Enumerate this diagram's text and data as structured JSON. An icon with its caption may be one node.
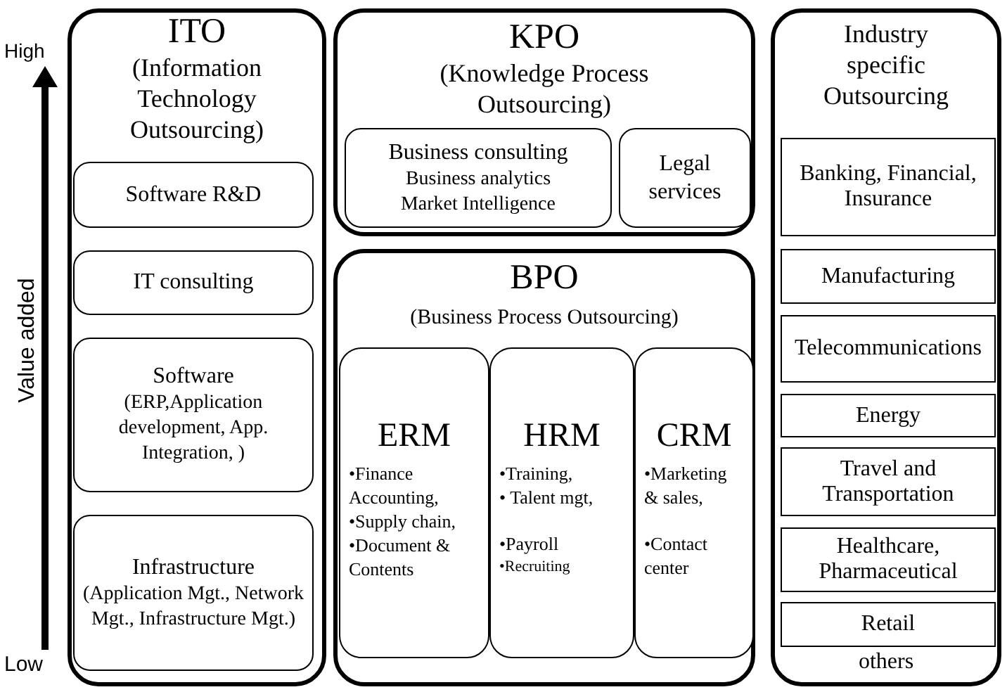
{
  "diagram": {
    "nodes": [
      {
        "text": [
          "ITO",
          "(Information Technology Outsourcing)"
        ]
      },
      {
        "text": [
          "Software R&D"
        ],
        "in": 0
      },
      {
        "text": [
          "IT consulting"
        ],
        "in": 0
      },
      {
        "text": [
          "Software",
          "(ERP,Application development, App. Integration, )"
        ],
        "in": 0
      },
      {
        "text": [
          "Infrastructure",
          "(Application Mgt., Network Mgt., Infrastructure Mgt.)"
        ],
        "in": 0
      },
      {
        "text": [
          "KPO",
          "(Knowledge Process Outsourcing)"
        ]
      },
      {
        "text": [
          "Business consulting",
          "Business analytics",
          "Market Intelligence"
        ],
        "in": 5
      },
      {
        "text": [
          "Legal services"
        ],
        "in": 5
      },
      {
        "text": [
          "BPO",
          "(Business Process Outsourcing)"
        ]
      },
      {
        "text": [
          "ERM",
          "•Finance Accounting,",
          "•Supply chain,",
          "•Document & Contents"
        ],
        "in": 8
      },
      {
        "text": [
          "HRM",
          "•Training,",
          "• Talent mgt,",
          "•Payroll",
          "•Recruiting"
        ],
        "in": 8
      },
      {
        "text": [
          "CRM",
          "•Marketing & sales,",
          "•Contact center"
        ],
        "in": 8
      },
      {
        "text": [
          "Industry specific Outsourcing",
          "others"
        ]
      },
      {
        "text": [
          "Banking, Financial, Insurance"
        ],
        "in": 12
      },
      {
        "text": [
          "Manufacturing"
        ],
        "in": 12
      },
      {
        "text": [
          "Telecommunications"
        ],
        "in": 12
      },
      {
        "text": [
          "Energy"
        ],
        "in": 12
      },
      {
        "text": [
          "Travel and Transportation"
        ],
        "in": 12
      },
      {
        "text": [
          "Healthcare, Pharmaceutical"
        ],
        "in": 12
      },
      {
        "text": [
          "Retail"
        ],
        "in": 12
      }
    ],
    "edges": [],
    "labels": [
      "High",
      "Value added",
      "Low"
    ]
  }
}
